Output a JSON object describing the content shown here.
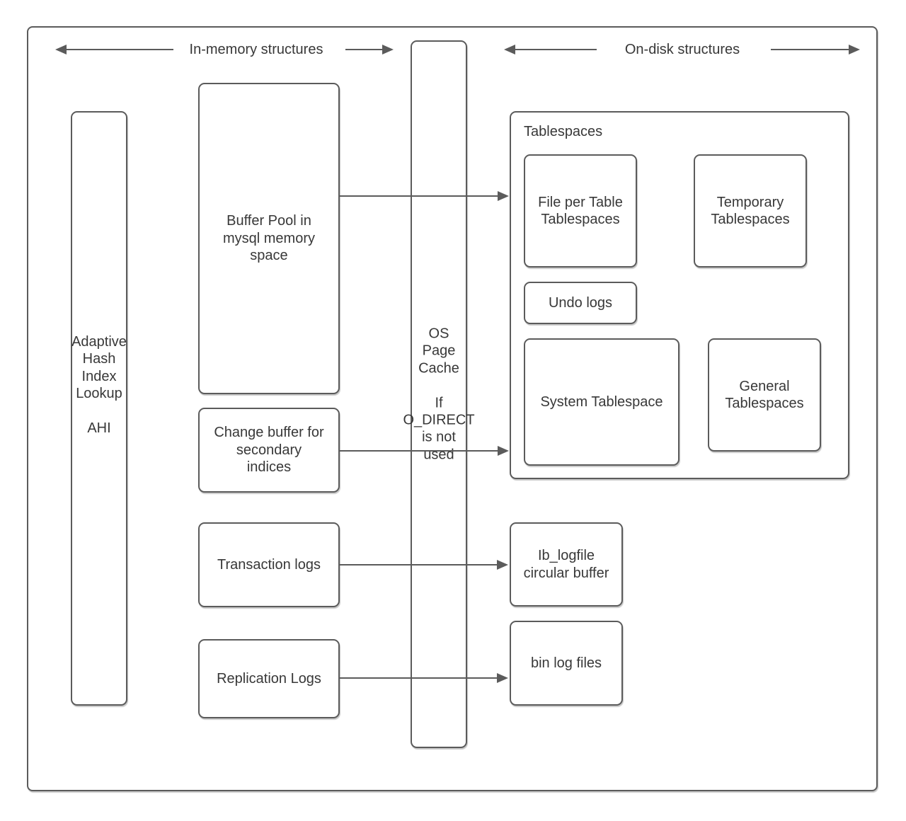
{
  "headers": {
    "in_memory": "In-memory structures",
    "on_disk": "On-disk structures"
  },
  "nodes": {
    "ahi": "Adaptive\nHash\nIndex\nLookup\n\nAHI",
    "buffer_pool": "Buffer Pool in\nmysql memory\nspace",
    "change_buffer": "Change buffer for\nsecondary\nindices",
    "transaction_logs": "Transaction logs",
    "replication_logs": "Replication Logs",
    "os_page_cache": "OS\nPage\nCache\n\nIf\nO_DIRECT\nis not\nused",
    "tablespaces_label": "Tablespaces",
    "file_per_table": "File per Table\nTablespaces",
    "temporary": "Temporary\nTablespaces",
    "undo_logs": "Undo logs",
    "system_tablespace": "System Tablespace",
    "general": "General\nTablespaces",
    "ib_logfile": "Ib_logfile\ncircular buffer",
    "bin_log": "bin log files"
  },
  "colors": {
    "border": "#5b5b5b",
    "arrow": "#5b5b5b",
    "text": "#383838",
    "background": "#ffffff"
  }
}
